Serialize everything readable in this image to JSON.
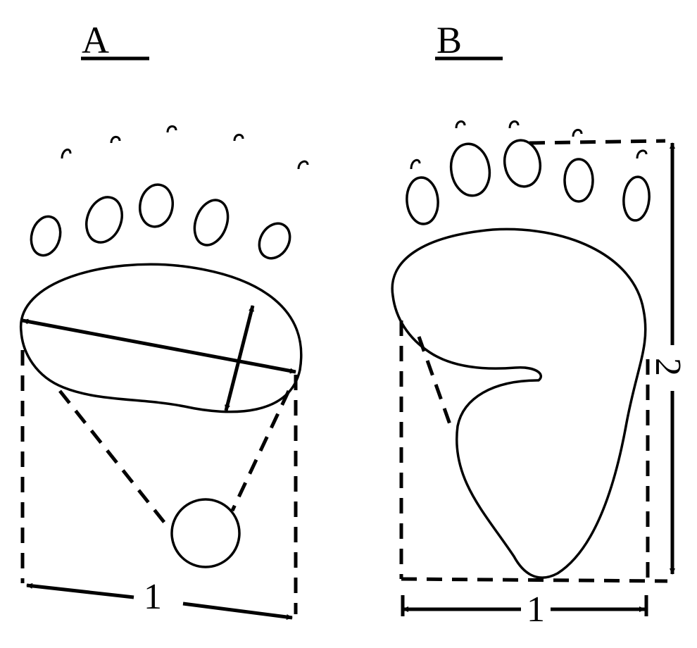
{
  "panels": [
    {
      "label": "A",
      "width_label": "1"
    },
    {
      "label": "B",
      "width_label": "1",
      "length_label": "2"
    }
  ],
  "colors": {
    "ink": "#000000",
    "background": "#ffffff"
  }
}
